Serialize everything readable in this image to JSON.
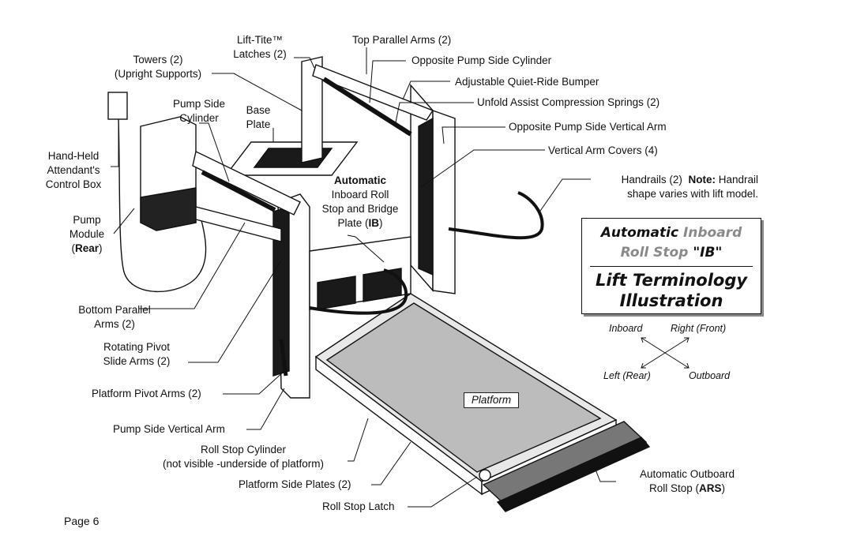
{
  "labels": {
    "lift_tite": "Lift-Tite™",
    "latches": "Latches (2)",
    "top_parallel_arms": "Top Parallel Arms (2)",
    "towers": "Towers (2)",
    "upright_supports": "(Upright Supports)",
    "opposite_pump_side_cylinder": "Opposite Pump Side Cylinder",
    "adjustable_bumper": "Adjustable Quiet-Ride Bumper",
    "unfold_assist": "Unfold Assist Compression Springs (2)",
    "pump_side": "Pump Side",
    "cylinder": "Cylinder",
    "base": "Base",
    "plate": "Plate",
    "opposite_pump_side_vertical_arm": "Opposite Pump Side Vertical Arm",
    "vertical_arm_covers": "Vertical Arm Covers (4)",
    "hand_held": "Hand-Held",
    "attendants": "Attendant's",
    "control_box": "Control Box",
    "automatic": "Automatic",
    "inboard_roll": "Inboard Roll",
    "stop_and_bridge": "Stop and Bridge",
    "plate_ib_prefix": "Plate (",
    "plate_ib_bold": "IB",
    "plate_ib_suffix": ")",
    "handrails": "Handrails (2)",
    "note_label": "Note:",
    "handrail_note_1": "Handrail",
    "handrail_note_2": "shape varies with lift model.",
    "pump": "Pump",
    "module": "Module",
    "rear_open": "(",
    "rear_bold": "Rear",
    "rear_close": ")",
    "bottom_parallel": "Bottom Parallel",
    "arms_2": "Arms (2)",
    "rotating_pivot": "Rotating Pivot",
    "slide_arms": "Slide Arms (2)",
    "platform_pivot_arms": "Platform Pivot Arms (2)",
    "pump_side_vertical_arm": "Pump Side Vertical Arm",
    "roll_stop_cylinder": "Roll Stop Cylinder",
    "not_visible": "(not visible -underside of platform)",
    "platform_side_plates": "Platform Side Plates (2)",
    "roll_stop_latch": "Roll Stop Latch",
    "automatic_outboard": "Automatic Outboard",
    "roll_stop_ars_prefix": "Roll Stop (",
    "roll_stop_ars_bold": "ARS",
    "roll_stop_ars_suffix": ")",
    "platform": "Platform"
  },
  "title_box": {
    "line1_a": "Automatic",
    "line1_b": "Inboard",
    "line2_a": "Roll Stop",
    "line2_b": "\"IB\"",
    "line3": "Lift Terminology",
    "line4": "Illustration"
  },
  "directions": {
    "inboard": "Inboard",
    "right_front": "Right (Front)",
    "left_rear": "Left (Rear)",
    "outboard": "Outboard"
  },
  "page": "Page 6",
  "colors": {
    "ink": "#111111",
    "accent_gray": "#8a8a8a",
    "panel_dark": "#1a1a1a"
  }
}
